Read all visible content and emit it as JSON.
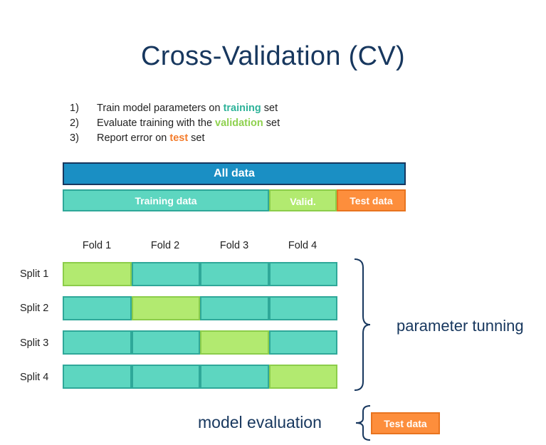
{
  "title": "Cross-Validation (CV)",
  "steps": [
    {
      "num": "1)",
      "pre": "Train model parameters on ",
      "kw": "training",
      "post": " set"
    },
    {
      "num": "2)",
      "pre": "Evaluate training with the ",
      "kw": "validation",
      "post": " set"
    },
    {
      "num": "3)",
      "pre": "Report error on ",
      "kw": "test",
      "post": " set"
    }
  ],
  "data_split": {
    "all": "All data",
    "training": "Training data",
    "validation": "Valid. data",
    "test": "Test data"
  },
  "folds": [
    "Fold 1",
    "Fold 2",
    "Fold 3",
    "Fold 4"
  ],
  "splits": [
    {
      "label": "Split 1",
      "validation_fold": 1
    },
    {
      "label": "Split 2",
      "validation_fold": 2
    },
    {
      "label": "Split 3",
      "validation_fold": 3
    },
    {
      "label": "Split 4",
      "validation_fold": 4
    }
  ],
  "parameter_tuning_label": "parameter tunning",
  "model_evaluation_label": "model evaluation",
  "evaluation_test": "Test data",
  "colors": {
    "title": "#17375e",
    "all_data": "#1a8fc4",
    "training": "#5dd6c0",
    "validation": "#b2ea70",
    "test": "#fd8e3c",
    "kw_training": "#2fb39a",
    "kw_validation": "#8fd14f",
    "kw_test": "#f47c2c"
  }
}
